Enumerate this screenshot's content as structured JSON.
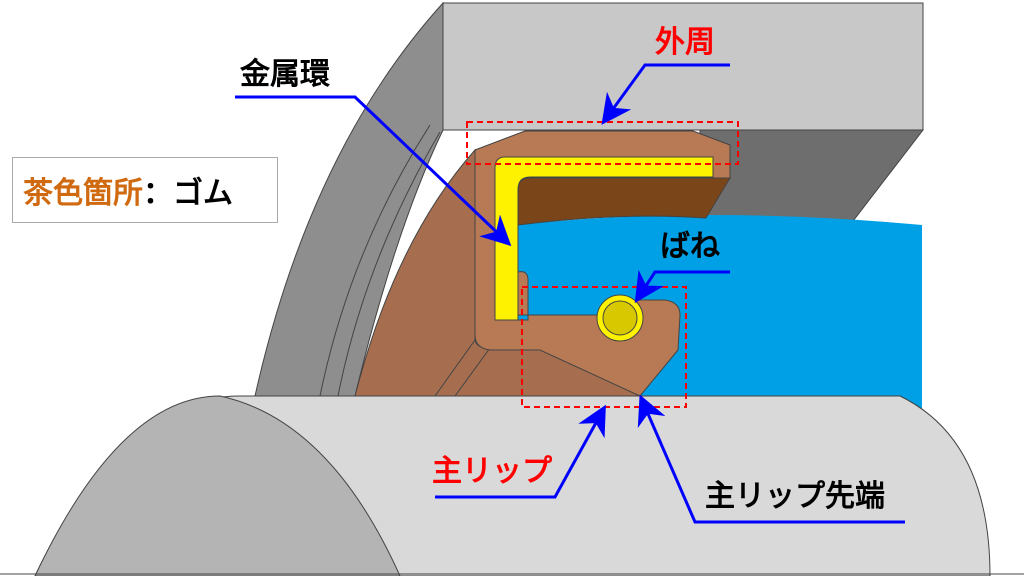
{
  "legend": {
    "colored_part": "茶色箇所",
    "separator": "：",
    "material": "ゴム",
    "colored_part_color": "#d06a10"
  },
  "labels": {
    "outer_periphery": "外周",
    "metal_ring": "金属環",
    "spring": "ばね",
    "main_lip": "主リップ",
    "main_lip_tip": "主リップ先端"
  },
  "colors": {
    "rubber": "#b87a55",
    "rubber_shadow": "#a66e4f",
    "rubber_dark": "#7a4518",
    "metal_ring": "#fff200",
    "fluid": "#00a0e6",
    "housing": "#c8c8c8",
    "shaft": "#d9d9d9",
    "leader": "#0000ff",
    "highlight_box": "#ff0000"
  }
}
